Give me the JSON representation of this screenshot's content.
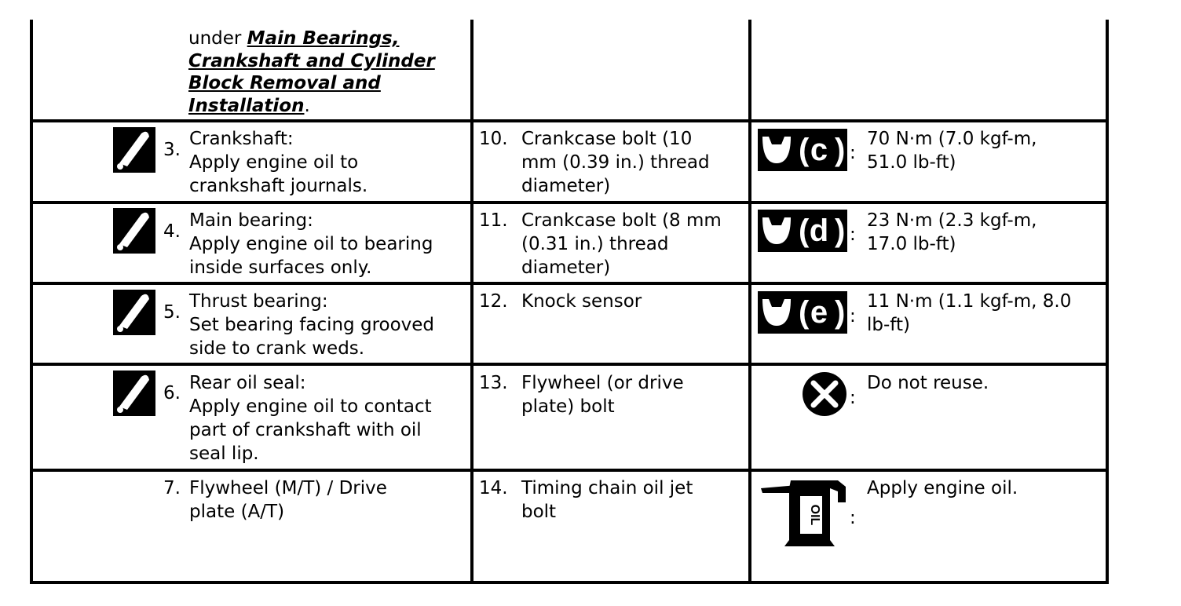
{
  "intro": {
    "prefix": "under ",
    "link_line1": "Main Bearings,",
    "link_line2": "Crankshaft and Cylinder",
    "link_line3": "Block Removal and",
    "link_line4": "Installation",
    "suffix": "."
  },
  "left_items": [
    {
      "number": "3.",
      "line1": "Crankshaft:",
      "line2": "Apply engine oil to",
      "line3": "crankshaft journals.",
      "line4": "",
      "icon": "lube-pen-icon"
    },
    {
      "number": "4.",
      "line1": "Main bearing:",
      "line2": "Apply engine oil to bearing",
      "line3": "inside surfaces only.",
      "line4": "",
      "icon": "lube-pen-icon"
    },
    {
      "number": "5.",
      "line1": "Thrust bearing:",
      "line2": "Set bearing facing grooved",
      "line3": "side to crank weds.",
      "line4": "",
      "icon": "lube-pen-icon"
    },
    {
      "number": "6.",
      "line1": "Rear oil seal:",
      "line2": "Apply engine oil to contact",
      "line3": "part of crankshaft with oil",
      "line4": "seal lip.",
      "icon": "lube-pen-icon"
    },
    {
      "number": "7.",
      "line1": "Flywheel (M/T) / Drive",
      "line2": "plate (A/T)",
      "line3": "",
      "line4": ""
    }
  ],
  "mid_items": [
    {
      "number": "10.",
      "line1": "Crankcase bolt (10",
      "line2": "mm (0.39 in.) thread",
      "line3": "diameter)"
    },
    {
      "number": "11.",
      "line1": "Crankcase bolt (8 mm",
      "line2": "(0.31 in.) thread",
      "line3": "diameter)"
    },
    {
      "number": "12.",
      "line1": "Knock sensor",
      "line2": "",
      "line3": ""
    },
    {
      "number": "13.",
      "line1": "Flywheel (or drive",
      "line2": "plate) bolt",
      "line3": ""
    },
    {
      "number": "14.",
      "line1": "Timing chain oil jet",
      "line2": "bolt",
      "line3": ""
    }
  ],
  "legend": [
    {
      "icon": "torque-wrench-icon",
      "letter": "c",
      "colon": ":",
      "line1": "70 N·m (7.0 kgf-m,",
      "line2": "51.0 lb-ft)"
    },
    {
      "icon": "torque-wrench-icon",
      "letter": "d",
      "colon": ":",
      "line1": "23 N·m (2.3 kgf-m,",
      "line2": "17.0 lb-ft)"
    },
    {
      "icon": "torque-wrench-icon",
      "letter": "e",
      "colon": ":",
      "line1": "11 N·m (1.1 kgf-m, 8.0",
      "line2": "lb-ft)"
    },
    {
      "icon": "do-not-reuse-icon",
      "colon": ":",
      "line1": "Do not reuse.",
      "line2": ""
    },
    {
      "icon": "oil-can-icon",
      "colon": ":",
      "line1": "Apply engine oil.",
      "line2": "",
      "icon_label": "OIL"
    }
  ]
}
